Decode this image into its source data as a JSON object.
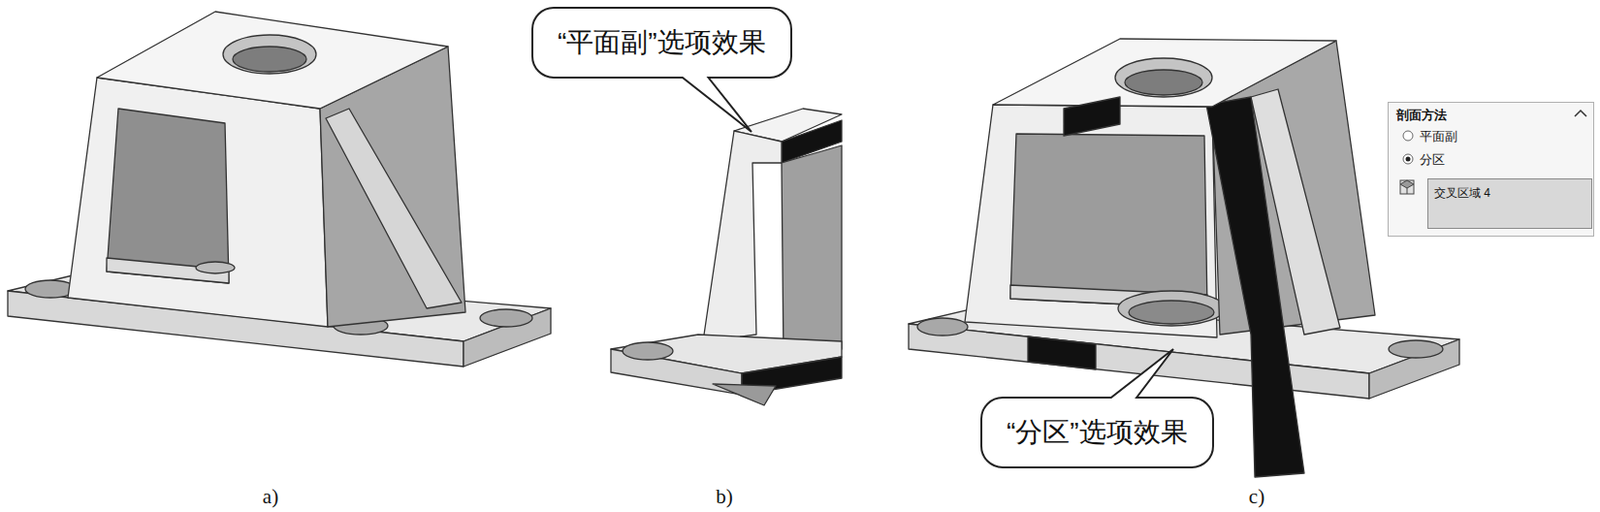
{
  "diagram": {
    "nodes": [
      {
        "text": [
          "“平面副”选项效果"
        ]
      },
      {
        "text": [
          "剖面方法",
          "平面副",
          "分区"
        ]
      },
      {
        "text": [
          "交叉区域 4"
        ],
        "in": 1
      },
      {
        "text": [
          "“分区”选项效果"
        ]
      }
    ],
    "labels": [
      "a)",
      "b)",
      "c)"
    ]
  }
}
